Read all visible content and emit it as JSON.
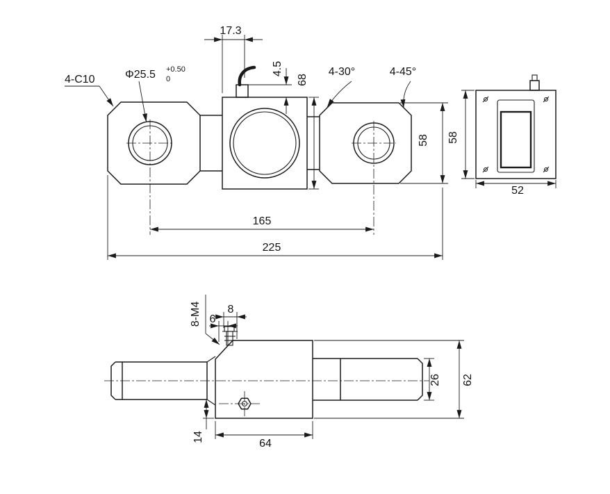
{
  "front_view": {
    "chamfer_label": "4-C10",
    "bore_diameter": "Φ25.5",
    "bore_tolerance_upper": "+0.50",
    "bore_tolerance_lower": "0",
    "dim_cable_offset": "17.3",
    "dim_gland_height": "4.5",
    "dim_center_height": "68",
    "angle_label_30": "4-30°",
    "angle_label_45": "4-45°",
    "dim_end_height": "58",
    "dim_bore_spacing": "165",
    "dim_overall_length": "225"
  },
  "side_view": {
    "dim_height": "58",
    "dim_width": "52"
  },
  "plan_view": {
    "thread_label": "8-M4",
    "dim_screw_pitch": "8",
    "dim_screw_offset": "6",
    "dim_bottom_offset": "14",
    "dim_block_length": "64",
    "dim_shaft_width": "26",
    "dim_block_width": "62"
  }
}
